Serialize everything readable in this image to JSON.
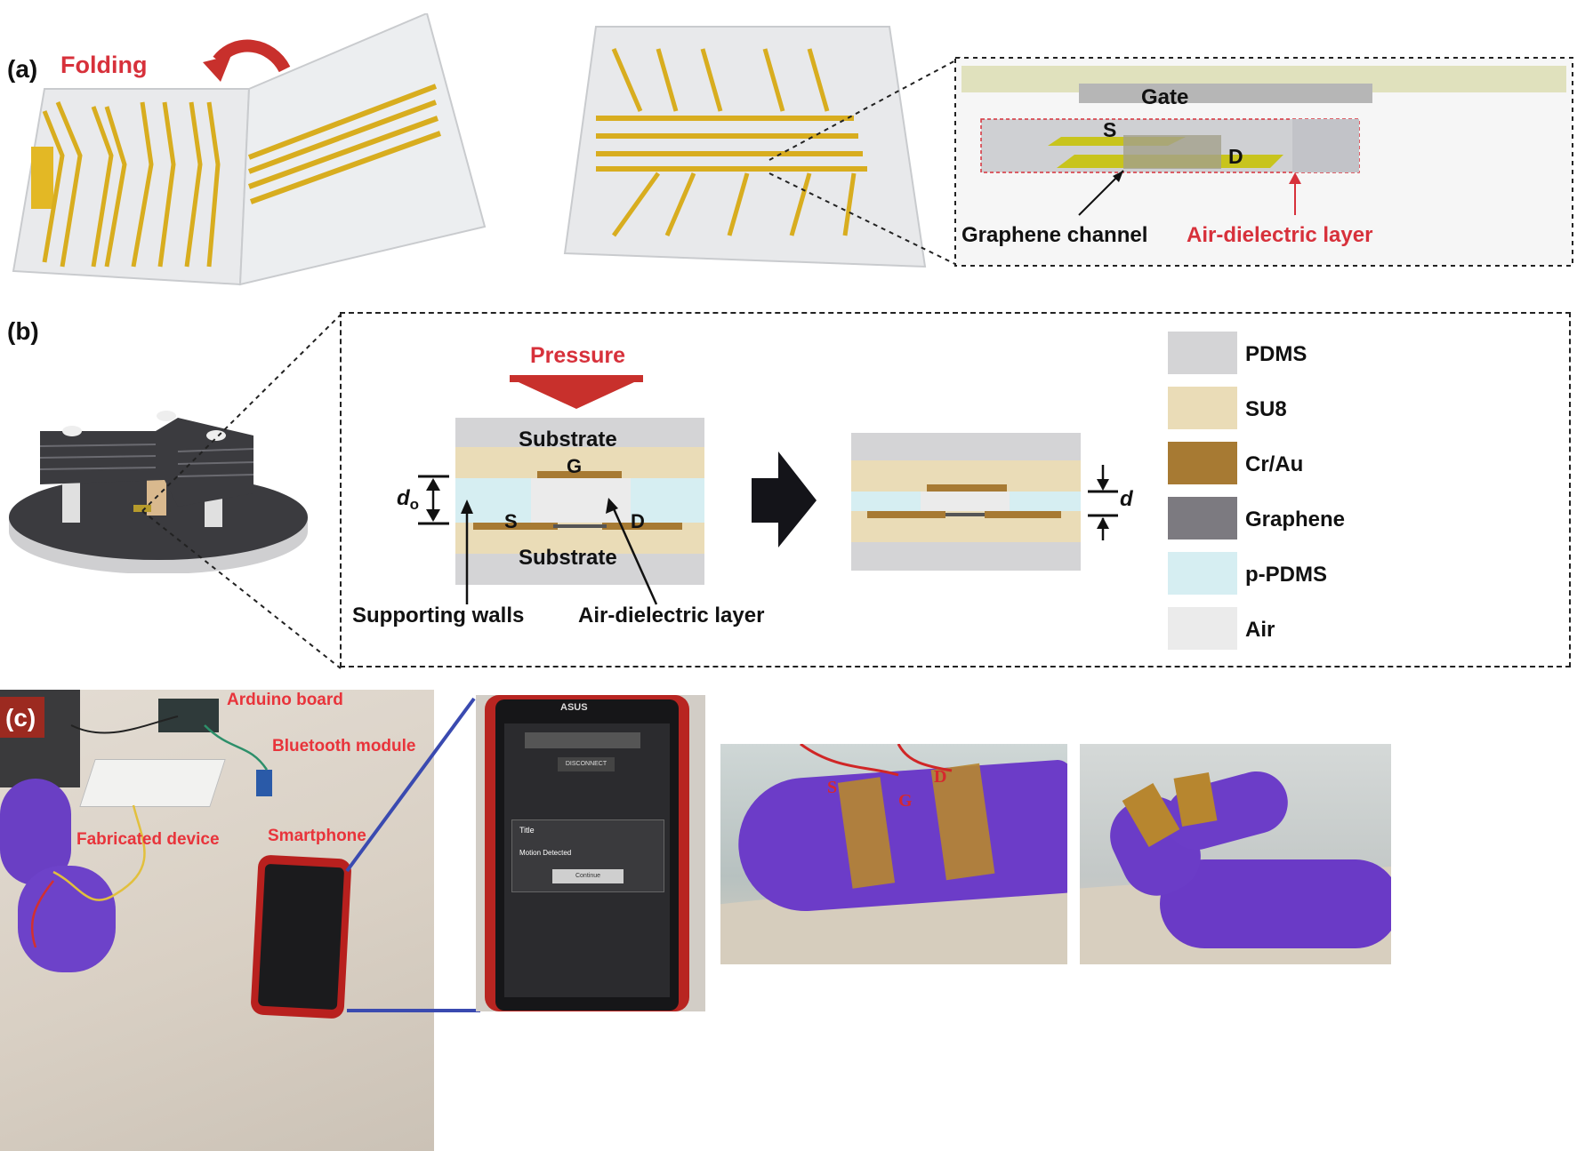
{
  "panel_a": {
    "label": "(a)",
    "folding": "Folding",
    "inset": {
      "gate": "Gate",
      "source": "S",
      "drain": "D",
      "graphene_channel": "Graphene channel",
      "air_dielectric": "Air-dielectric layer"
    }
  },
  "panel_b": {
    "label": "(b)",
    "pressure": "Pressure",
    "substrate_top": "Substrate",
    "substrate_bottom": "Substrate",
    "gate": "G",
    "source": "S",
    "drain": "D",
    "d0_main": "d",
    "d0_sub": "o",
    "d": "d",
    "supporting_walls": "Supporting walls",
    "air_dielectric": "Air-dielectric layer",
    "legend": [
      {
        "name": "PDMS",
        "color": "#d4d4d6"
      },
      {
        "name": "SU8",
        "color": "#eadcb7"
      },
      {
        "name": "Cr/Au",
        "color": "#a77a33"
      },
      {
        "name": "Graphene",
        "color": "#7c7a80"
      },
      {
        "name": "p-PDMS",
        "color": "#d6eef2"
      },
      {
        "name": "Air",
        "color": "#ebebeb"
      }
    ]
  },
  "panel_c": {
    "label": "(c)",
    "arduino": "Arduino board",
    "bluetooth": "Bluetooth module",
    "fabricated": "Fabricated device",
    "smartphone": "Smartphone",
    "phone_brand": "ASUS",
    "phone_button": "DISCONNECT",
    "phone_dialog_title": "Title",
    "phone_dialog_msg": "Motion Detected",
    "phone_dialog_btn": "Continue",
    "finger_s": "S",
    "finger_g": "G",
    "finger_d": "D"
  }
}
